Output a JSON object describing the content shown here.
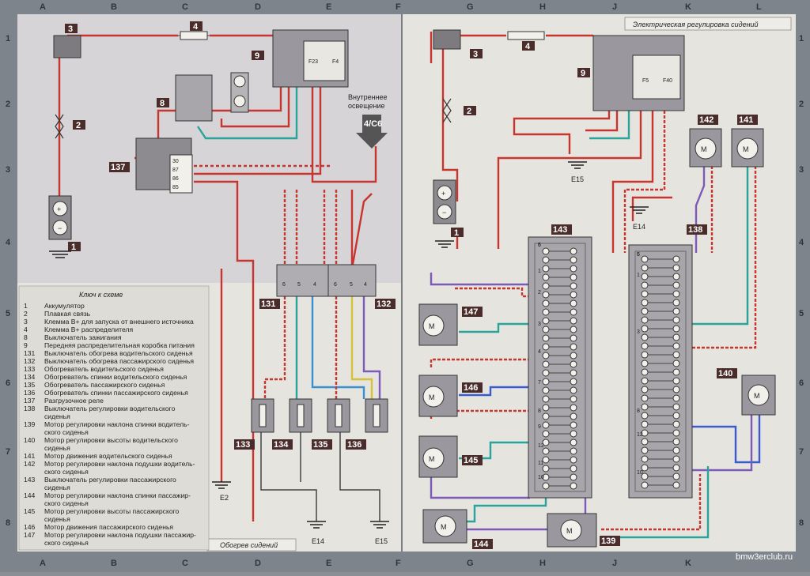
{
  "title": "Электрическая регулировка сидений",
  "section_heating": "Обогрев сидений",
  "interior_light": [
    "Внутреннее",
    "освещение"
  ],
  "ref_arrow": "4/C6",
  "watermark": "bmw3erclub.ru",
  "legend_title": "Ключ к схеме",
  "legend": [
    {
      "n": "1",
      "t": "Аккумулятор"
    },
    {
      "n": "2",
      "t": "Плавкая связь"
    },
    {
      "n": "3",
      "t": "Клемма В+ для запуска от внешнего источника"
    },
    {
      "n": "4",
      "t": "Клемма В+ распределителя"
    },
    {
      "n": "8",
      "t": "Выключатель зажигания"
    },
    {
      "n": "9",
      "t": "Передняя распределительная коробка питания"
    },
    {
      "n": "131",
      "t": "Выключатель обогрева водительского сиденья"
    },
    {
      "n": "132",
      "t": "Выключатель обогрева пассажирского сиденья"
    },
    {
      "n": "133",
      "t": "Обогреватель водительского сиденья"
    },
    {
      "n": "134",
      "t": "Обогреватель спинки водительского сиденья"
    },
    {
      "n": "135",
      "t": "Обогреватель пассажирского сиденья"
    },
    {
      "n": "136",
      "t": "Обогреватель спинки пассажирского сиденья"
    },
    {
      "n": "137",
      "t": "Разгрузочное реле"
    },
    {
      "n": "138",
      "t": "Выключатель регулировки водительского"
    },
    {
      "n": "",
      "t": "сиденья"
    },
    {
      "n": "139",
      "t": "Мотор регулировки наклона спинки водитель-"
    },
    {
      "n": "",
      "t": "ского сиденья"
    },
    {
      "n": "140",
      "t": "Мотор регулировки высоты водительского"
    },
    {
      "n": "",
      "t": "сиденья"
    },
    {
      "n": "141",
      "t": "Мотор движения водительского сиденья"
    },
    {
      "n": "142",
      "t": "Мотор регулировки наклона подушки водитель-"
    },
    {
      "n": "",
      "t": "ского сиденья"
    },
    {
      "n": "143",
      "t": "Выключатель регулировки пассажирского"
    },
    {
      "n": "",
      "t": "сиденья"
    },
    {
      "n": "144",
      "t": "Мотор регулировки наклона спинки пассажир-"
    },
    {
      "n": "",
      "t": "ского сиденья"
    },
    {
      "n": "145",
      "t": "Мотор регулировки высоты пассажирского"
    },
    {
      "n": "",
      "t": "сиденья"
    },
    {
      "n": "146",
      "t": "Мотор движения пассажирского сиденья"
    },
    {
      "n": "147",
      "t": "Мотор регулировки наклона подушки пассажир-"
    },
    {
      "n": "",
      "t": "ского сиденья"
    }
  ],
  "grid_cols": [
    "A",
    "B",
    "C",
    "D",
    "E",
    "F",
    "G",
    "H",
    "J",
    "K",
    "L"
  ],
  "grid_rows": [
    "1",
    "2",
    "3",
    "4",
    "5",
    "6",
    "7",
    "8"
  ],
  "labels": {
    "c3": "3",
    "c4": "4",
    "c9": "9",
    "c8": "8",
    "c2": "2",
    "c137": "137",
    "c1": "1",
    "c131": "131",
    "c132": "132",
    "c133": "133",
    "c134": "134",
    "c135": "135",
    "c136": "136",
    "d3": "3",
    "d4": "4",
    "d9": "9",
    "d2": "2",
    "d1": "1",
    "c143": "143",
    "c138": "138",
    "c142": "142",
    "c141": "141",
    "c140": "140",
    "c147": "147",
    "c146": "146",
    "c145": "145",
    "c144": "144",
    "c139": "139"
  },
  "fuses": {
    "f23": "F23",
    "f4": "F4",
    "f5": "F5",
    "f40": "F40"
  },
  "grounds": {
    "e2": "E2",
    "e14a": "E14",
    "e15a": "E15",
    "e15b": "E15",
    "e14b": "E14"
  },
  "relay_pins": [
    "30",
    "87",
    "86",
    "85"
  ],
  "switch_pins": [
    "6",
    "5",
    "4"
  ],
  "sw143_pins": [
    "6",
    "5",
    "1",
    "2",
    "3",
    "4",
    "7",
    "8",
    "9",
    "12",
    "11",
    "10"
  ],
  "sw138_pins": [
    "5",
    "6",
    "1",
    "3",
    "8",
    "12",
    "10"
  ],
  "motor_symbol": "M"
}
